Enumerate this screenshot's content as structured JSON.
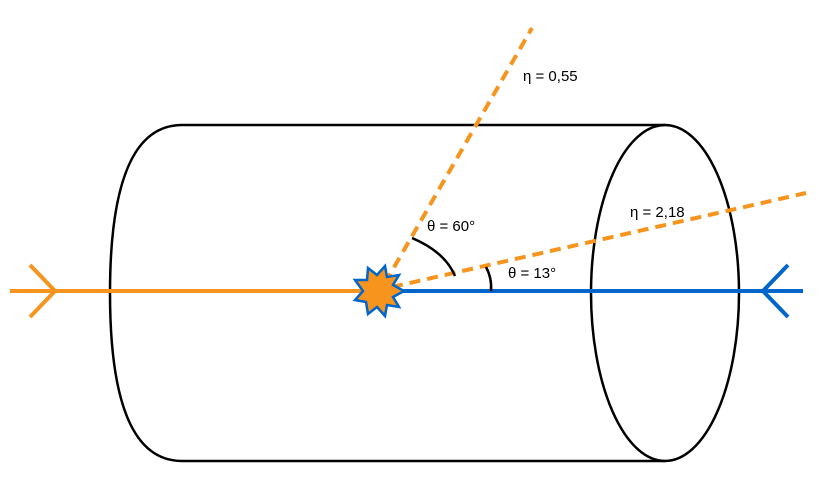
{
  "labels": {
    "eta_upper": "η = 0,55",
    "eta_lower": "η = 2,18",
    "theta_upper": "θ = 60°",
    "theta_lower": "θ = 13°"
  },
  "colors": {
    "beam_left": "#F7941D",
    "beam_right": "#0066CC",
    "particle_tracks": "#F7941D",
    "cylinder": "#000000",
    "collision_fill": "#F7941D",
    "collision_outline": "#0066CC"
  },
  "icons": {
    "collision": "starburst-icon",
    "beam_arrow_left": "chevron-right-icon",
    "beam_arrow_right": "chevron-left-icon"
  }
}
